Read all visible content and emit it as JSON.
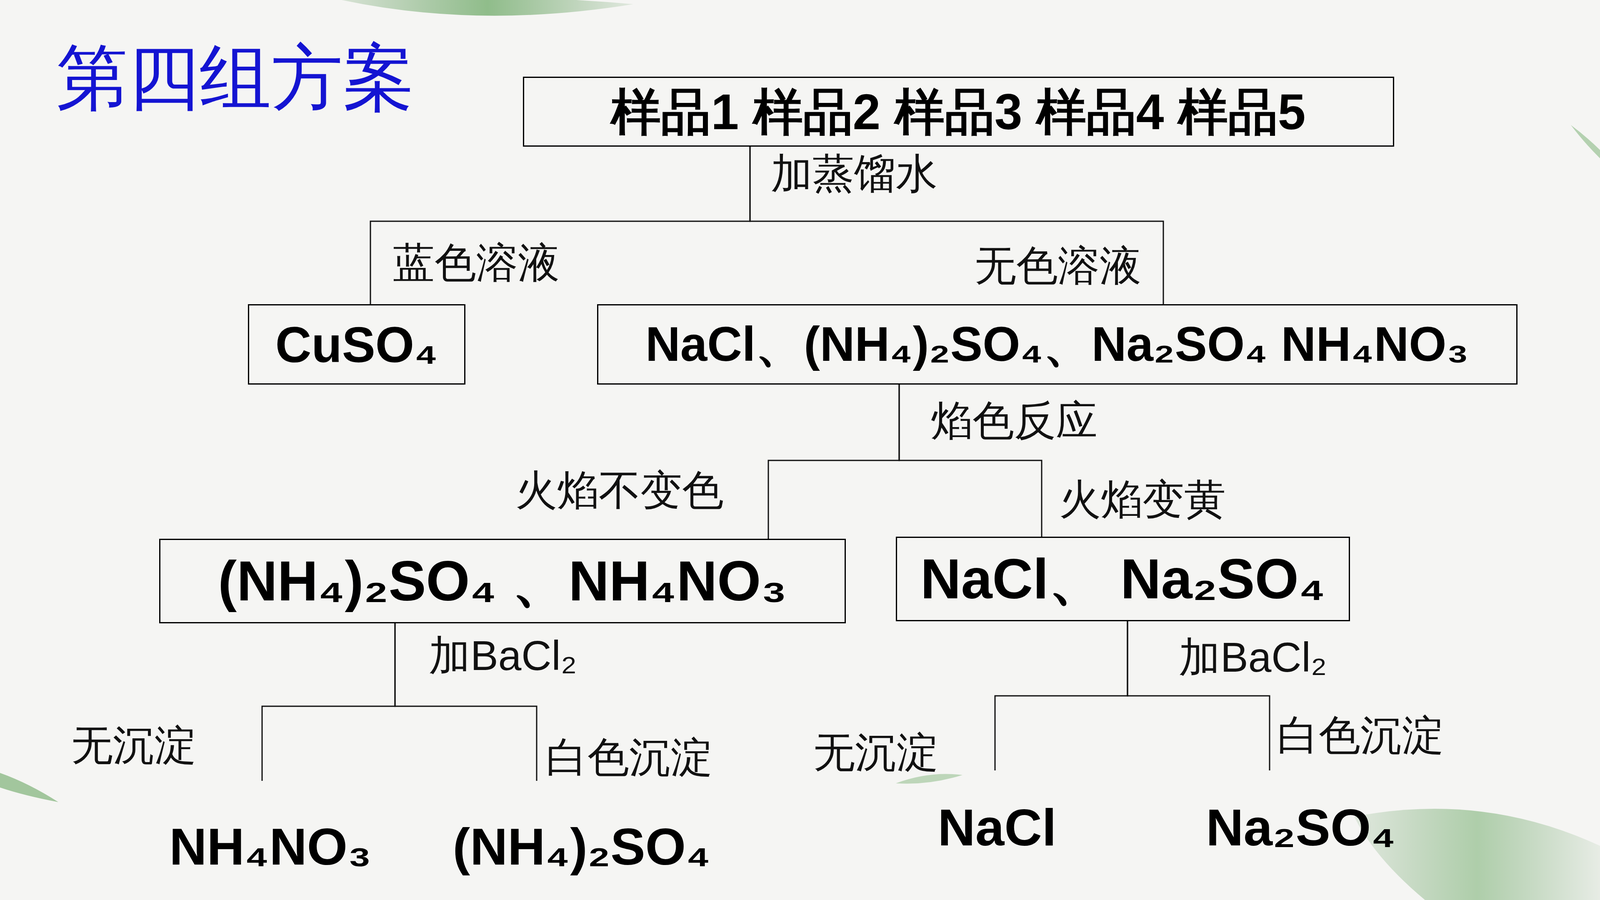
{
  "diagram": {
    "title": "第四组方案",
    "nodes": [
      {
        "text": [
          "样品1  样品2  样品3  样品4  样品5"
        ]
      },
      {
        "text": [
          "CuSO₄"
        ]
      },
      {
        "text": [
          "NaCl、(NH₄)₂SO₄、Na₂SO₄ NH₄NO₃"
        ]
      },
      {
        "text": [
          "(NH₄)₂SO₄ 、NH₄NO₃"
        ]
      },
      {
        "text": [
          "NaCl、 Na₂SO₄"
        ]
      },
      {
        "text": [
          "NH₄NO₃"
        ]
      },
      {
        "text": [
          "(NH₄)₂SO₄"
        ]
      },
      {
        "text": [
          "NaCl"
        ]
      },
      {
        "text": [
          "Na₂SO₄"
        ]
      }
    ],
    "edges": [
      {
        "from": 0,
        "to": 1,
        "arrow": "none",
        "label": "蓝色溶液"
      },
      {
        "from": 0,
        "to": 2,
        "arrow": "none",
        "label": "无色溶液"
      },
      {
        "from": 2,
        "to": 3,
        "arrow": "none",
        "label": "火焰不变色"
      },
      {
        "from": 2,
        "to": 4,
        "arrow": "none",
        "label": "火焰变黄"
      },
      {
        "from": 3,
        "to": 5,
        "arrow": "none",
        "label": "无沉淀"
      },
      {
        "from": 3,
        "to": 6,
        "arrow": "none",
        "label": "白色沉淀"
      },
      {
        "from": 4,
        "to": 7,
        "arrow": "none",
        "label": "无沉淀"
      },
      {
        "from": 4,
        "to": 8,
        "arrow": "none",
        "label": "白色沉淀"
      }
    ],
    "labels": [
      "加蒸馏水",
      "焰色反应",
      "加BaCl₂",
      "加BaCl₂"
    ]
  }
}
